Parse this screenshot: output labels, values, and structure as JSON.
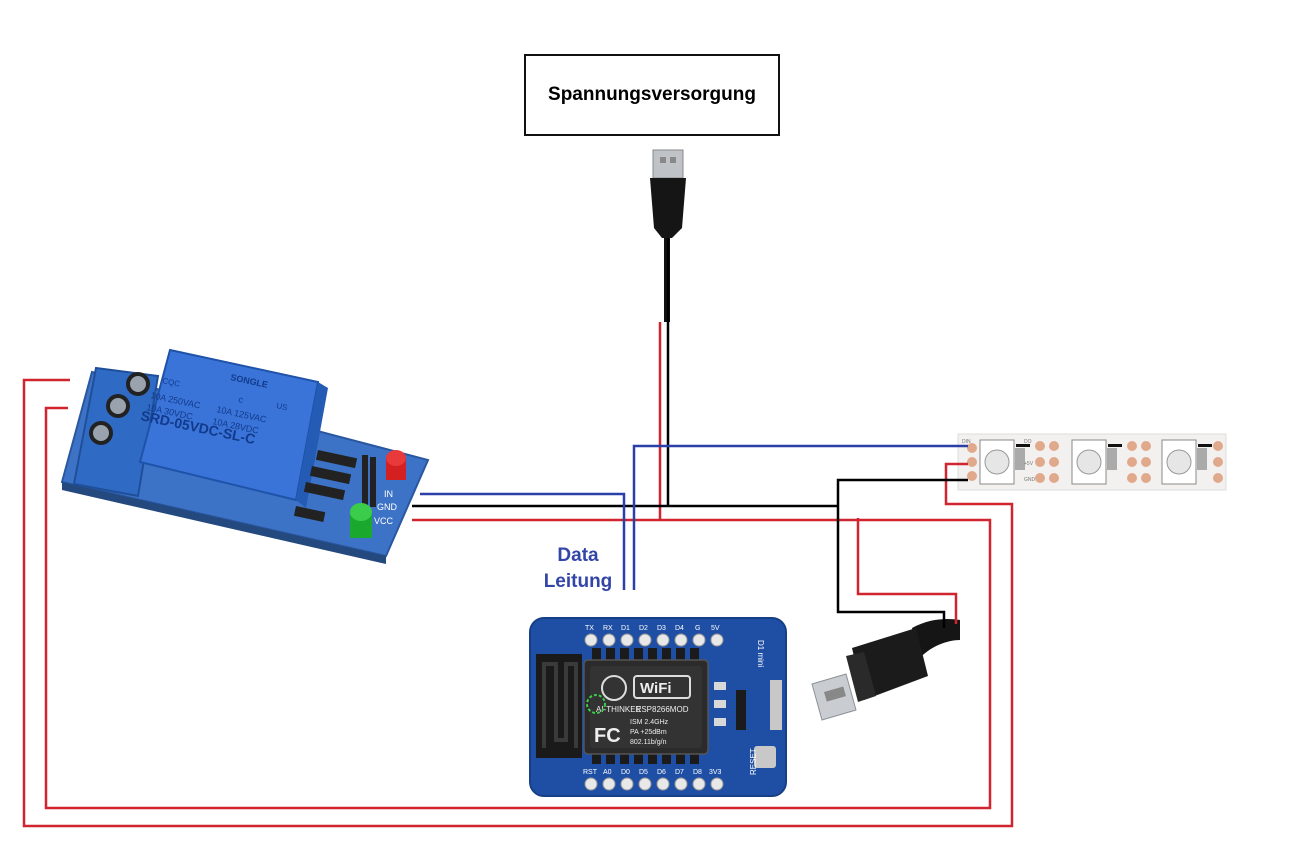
{
  "labels": {
    "power_supply": "Spannungsversorgung",
    "data_line_1": "Data",
    "data_line_2": "Leitung"
  },
  "relay": {
    "brand": "SONGLE",
    "model": "SRD-05VDC-SL-C",
    "rating_1": "10A 250VAC",
    "rating_2": "10A 30VDC",
    "rating_3": "10A 125VAC",
    "rating_4": "10A 28VDC",
    "cert_1": "CQC",
    "cert_2": "c",
    "cert_3": "US",
    "pin_in": "IN",
    "pin_gnd": "GND",
    "pin_vcc": "VCC"
  },
  "esp": {
    "module": "ESP8266MOD",
    "wifi": "WiFi",
    "fc": "FC",
    "spec_1": "ISM 2.4GHz",
    "spec_2": "PA +25dBm",
    "spec_3": "802.11b/g/n",
    "vendor": "AI-THINKER",
    "reset": "RESET",
    "board_name": "D1 mini",
    "top_pins": [
      "TX",
      "RX",
      "D1",
      "D2",
      "D3",
      "D4",
      "G",
      "5V"
    ],
    "bottom_pins": [
      "RST",
      "A0",
      "D0",
      "D5",
      "D6",
      "D7",
      "D8",
      "3V3"
    ]
  },
  "led_strip": {
    "pad_labels": [
      "DIN",
      "+5V",
      "GND",
      "DO",
      "+5V",
      "GND"
    ]
  },
  "colors": {
    "wire_red": "#d0242e",
    "wire_black": "#000000",
    "wire_blue": "#2a3fa8",
    "relay_blue": "#3c6cc8",
    "esp_blue": "#1f4fa4",
    "label_blue": "#3346a8"
  }
}
